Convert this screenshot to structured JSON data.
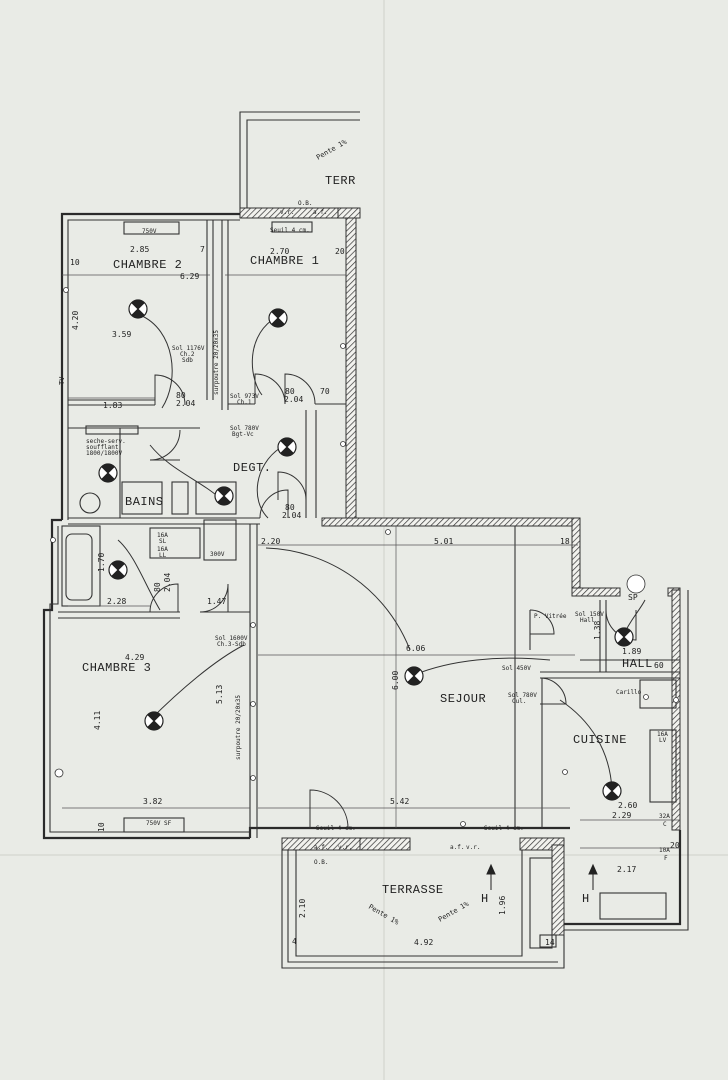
{
  "rooms": {
    "chambre2": "CHAMBRE 2",
    "chambre1": "CHAMBRE 1",
    "chambre3": "CHAMBRE 3",
    "degt": "DEGT.",
    "bains": "BAINS",
    "sejour": "SEJOUR",
    "cuisine": "CUISINE",
    "hall": "HALL",
    "terrasse": "TERRASSE",
    "terr": "TERR"
  },
  "dimensions": {
    "d285": "2.85",
    "d629": "6.29",
    "d270": "2.70",
    "d359": "3.59",
    "d420": "4.20",
    "d183": "1.83",
    "d204a": "2.04",
    "d204b": "2.04",
    "d204c": "2.04",
    "d204d": "2.04",
    "d220": "2.20",
    "d501": "5.01",
    "d429": "4.29",
    "d411": "4.11",
    "d513": "5.13",
    "d382": "3.82",
    "d542": "5.42",
    "d606": "6.06",
    "d600": "6.00",
    "d228": "2.28",
    "d147": "1.47",
    "d170": "1.70",
    "d138": "1.38",
    "d189": "1.89",
    "d260": "2.60",
    "d229": "2.29",
    "d217": "2.17",
    "d210": "2.10",
    "d196": "1.96",
    "d492": "4.92",
    "d80a": "80",
    "d80b": "80",
    "d80c": "80",
    "d80d": "80",
    "d70": "70",
    "d10a": "10",
    "d10b": "10",
    "d20a": "20",
    "d20b": "20",
    "d18": "18",
    "d60": "60",
    "d7": "7",
    "d4": "4",
    "d14": "14"
  },
  "annotations": {
    "pente1": "Pente 1%",
    "pente2": "Pente 1%",
    "pente3": "Pente 1%",
    "seuil1": "Seuil 4 cm.",
    "seuil2": "Seuil 4 cm.",
    "seuil3": "Seuil 4 cm.",
    "ob1": "O.B.",
    "ob2": "O.B.",
    "vr1": "v.r.",
    "vr2": "v.r.",
    "vr3": "v.r.",
    "af1": "a.f.",
    "af2": "a.f.",
    "af3": "a.f.",
    "v750": "750V",
    "v750sf": "750V SF",
    "sol1176": "Sol 1176V",
    "ch2": "Ch.2",
    "sdb": "Sdb",
    "sol973": "Sol 973V",
    "ch1": "Ch.1",
    "sol780": "Sol 780V",
    "bgtvc": "Bgt-Vc",
    "sol1600": "Sol 1600V",
    "ch3sdb": "Ch.3-Sdb",
    "seche1": "seche-serv.",
    "seche2": "soufflant",
    "seche3": "1800/1800V",
    "surpoutre1": "surpoutre 20/20x35",
    "surpoutre2": "surpoutre 20/20x35",
    "pvitree": "P. Vitrée",
    "sol150": "Sol 150V",
    "hall_s": "Hall",
    "sol450": "Sol 450V",
    "sol780b": "Sol 780V",
    "cul": "Cul.",
    "sp": "SP",
    "a16sl": "16A",
    "sl": "SL",
    "a16ll": "16A",
    "ll": "LL",
    "a32": "32A",
    "c": "C",
    "a16": "16A",
    "lv": "LV",
    "a10": "10A",
    "f": "F",
    "h1": "H",
    "h2": "H",
    "tv": "TV",
    "v300": "300V",
    "carillon": "Carillo"
  }
}
